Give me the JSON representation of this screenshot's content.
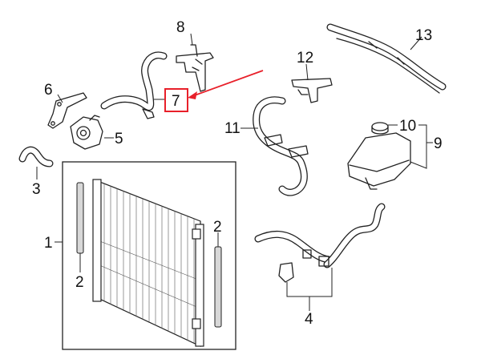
{
  "callouts": [
    {
      "id": "1",
      "text": "1"
    },
    {
      "id": "2a",
      "text": "2"
    },
    {
      "id": "2b",
      "text": "2"
    },
    {
      "id": "3",
      "text": "3"
    },
    {
      "id": "4",
      "text": "4"
    },
    {
      "id": "5",
      "text": "5"
    },
    {
      "id": "6",
      "text": "6"
    },
    {
      "id": "7",
      "text": "7"
    },
    {
      "id": "8",
      "text": "8"
    },
    {
      "id": "9",
      "text": "9"
    },
    {
      "id": "10",
      "text": "10"
    },
    {
      "id": "11",
      "text": "11"
    },
    {
      "id": "12",
      "text": "12"
    },
    {
      "id": "13",
      "text": "13"
    }
  ],
  "highlight": {
    "callout": "7",
    "color": "#e8202a"
  }
}
